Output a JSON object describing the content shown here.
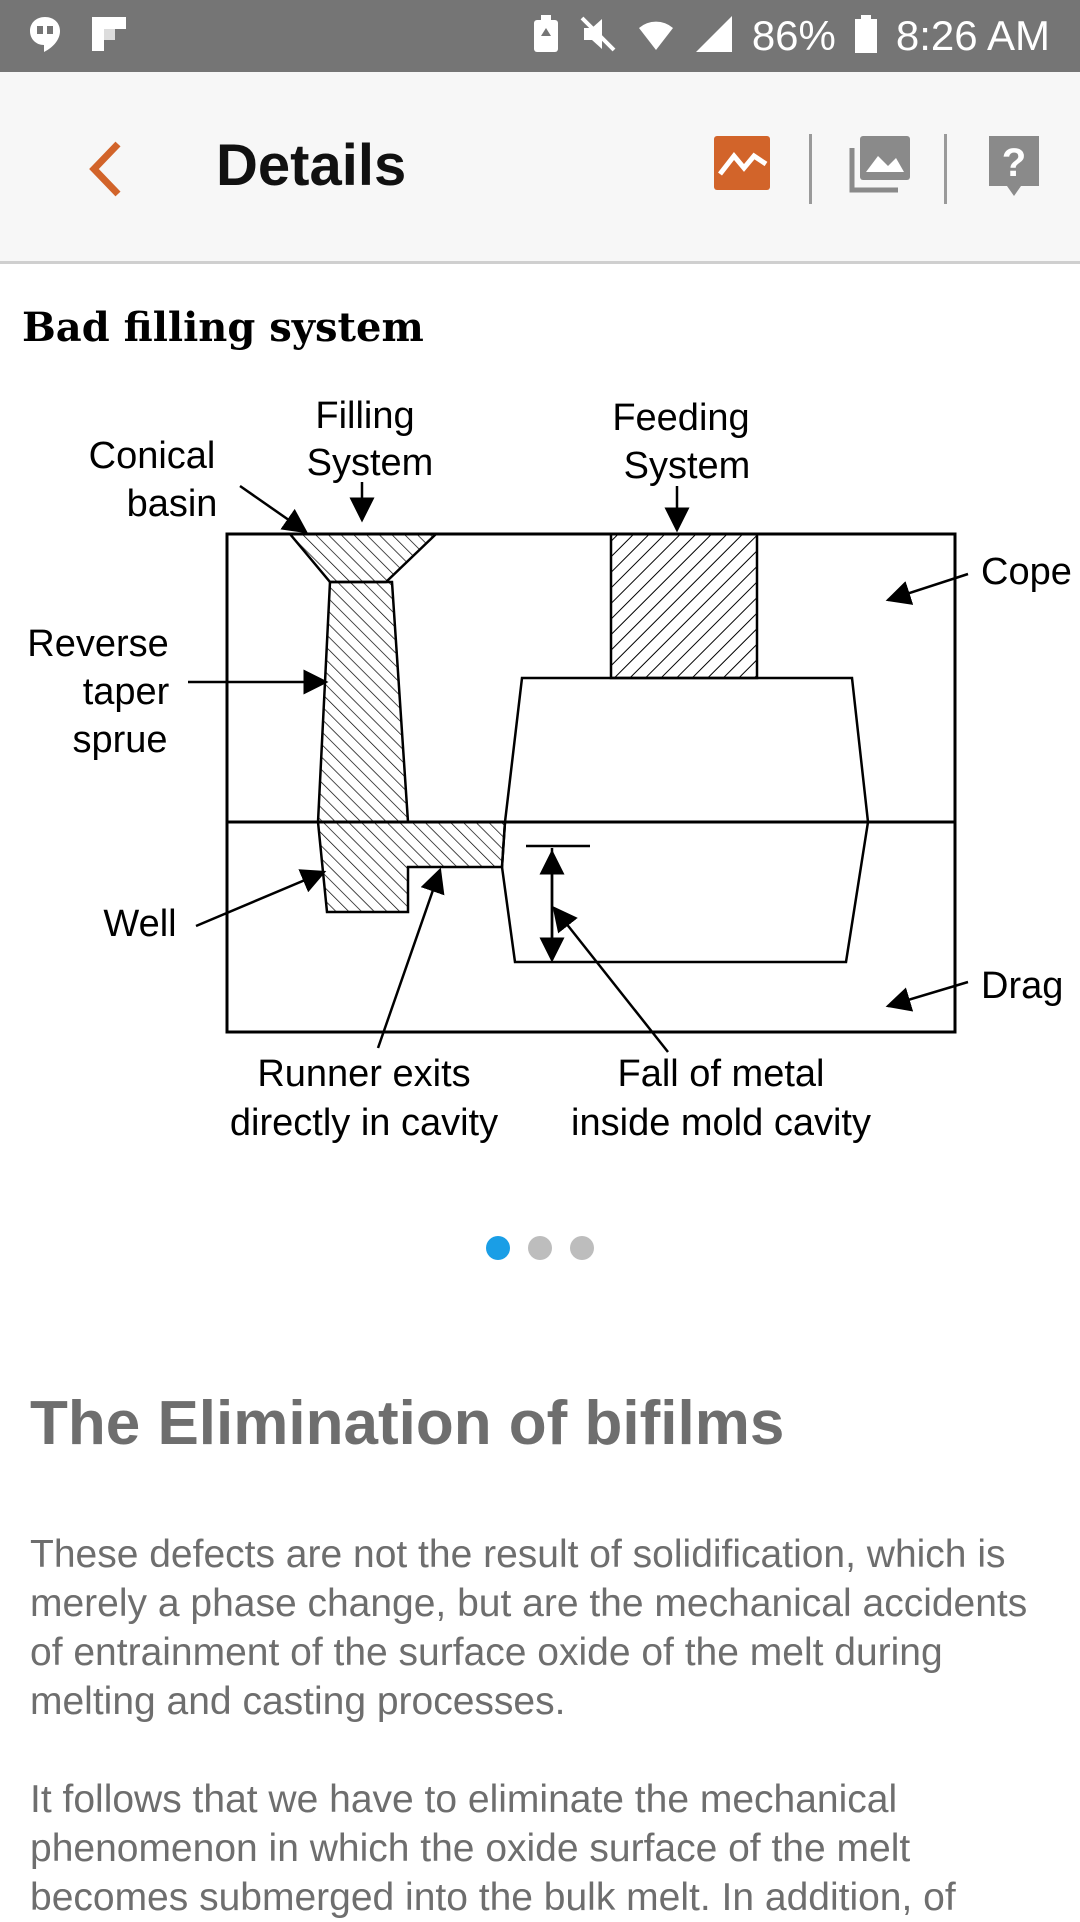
{
  "status_bar": {
    "battery_percent": "86%",
    "time": "8:26 AM",
    "icons": [
      "hangouts-icon",
      "flipboard-icon",
      "battery-saver-icon",
      "mute-icon",
      "wifi-icon",
      "signal-icon",
      "battery-icon"
    ]
  },
  "appbar": {
    "title": "Details",
    "back_icon": "chevron-left-icon",
    "actions": [
      "chart-icon",
      "gallery-icon",
      "help-icon"
    ],
    "accent_color": "#d2642a"
  },
  "figure": {
    "title": "Bad filling system",
    "labels": {
      "filling_system_1": "Filling",
      "filling_system_2": "System",
      "feeding_system_1": "Feeding",
      "feeding_system_2": "System",
      "conical_1": "Conical",
      "conical_2": "basin",
      "cope": "Cope",
      "reverse_1": "Reverse",
      "reverse_2": "taper",
      "reverse_3": "sprue",
      "well": "Well",
      "drag": "Drag",
      "runner_1": "Runner exits",
      "runner_2": "directly in cavity",
      "fall_1": "Fall of metal",
      "fall_2": "inside mold cavity"
    }
  },
  "carousel": {
    "pages": 3,
    "active_page": 1
  },
  "article": {
    "heading": "The Elimination of bifilms",
    "paragraph1": "These defects are not the result of solidification, which is merely a phase change, but are the mechanical accidents of entrainment of the surface oxide of the melt during melting and casting processes.",
    "paragraph2": "It follows that we have to eliminate the mechanical phenomenon in which the oxide surface of the melt becomes submerged into the bulk melt. In addition, of"
  }
}
